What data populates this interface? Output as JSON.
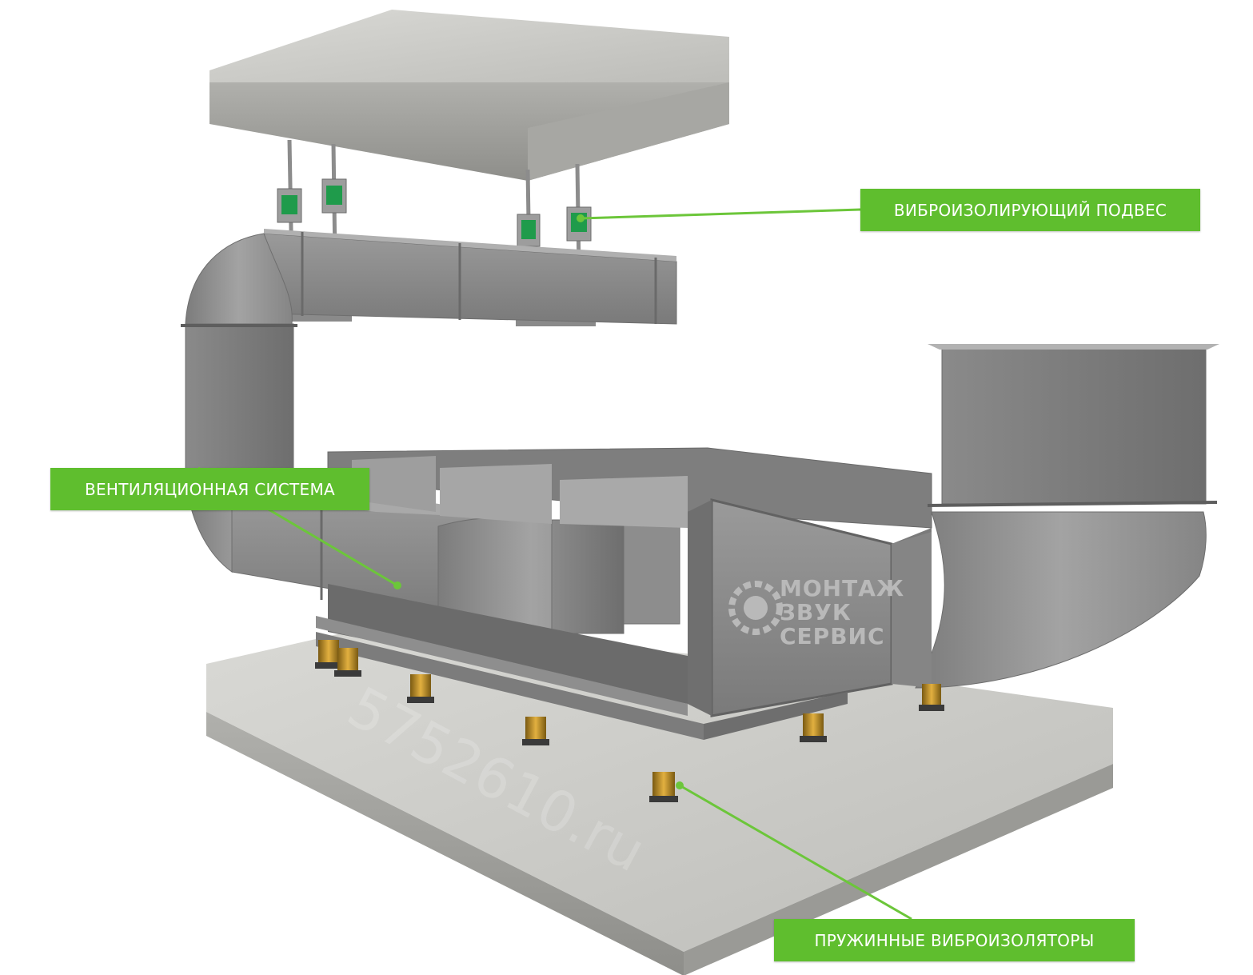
{
  "labels": {
    "suspension": "ВИБРОИЗОЛИРУЮЩИЙ ПОДВЕС",
    "ventilation": "ВЕНТИЛЯЦИОННАЯ СИСТЕМА",
    "springs": "ПРУЖИННЫЕ ВИБРОИЗОЛЯТОРЫ"
  },
  "logo": {
    "line1": "МОНТАЖ",
    "line2": "ЗВУК",
    "line3": "СЕРВИС"
  },
  "watermark": "5752610.ru",
  "colors": {
    "callout": "#5fbe2e",
    "leader": "#6cc63a",
    "metal": "#8a8a8a",
    "concrete": "#c8c8c4"
  }
}
